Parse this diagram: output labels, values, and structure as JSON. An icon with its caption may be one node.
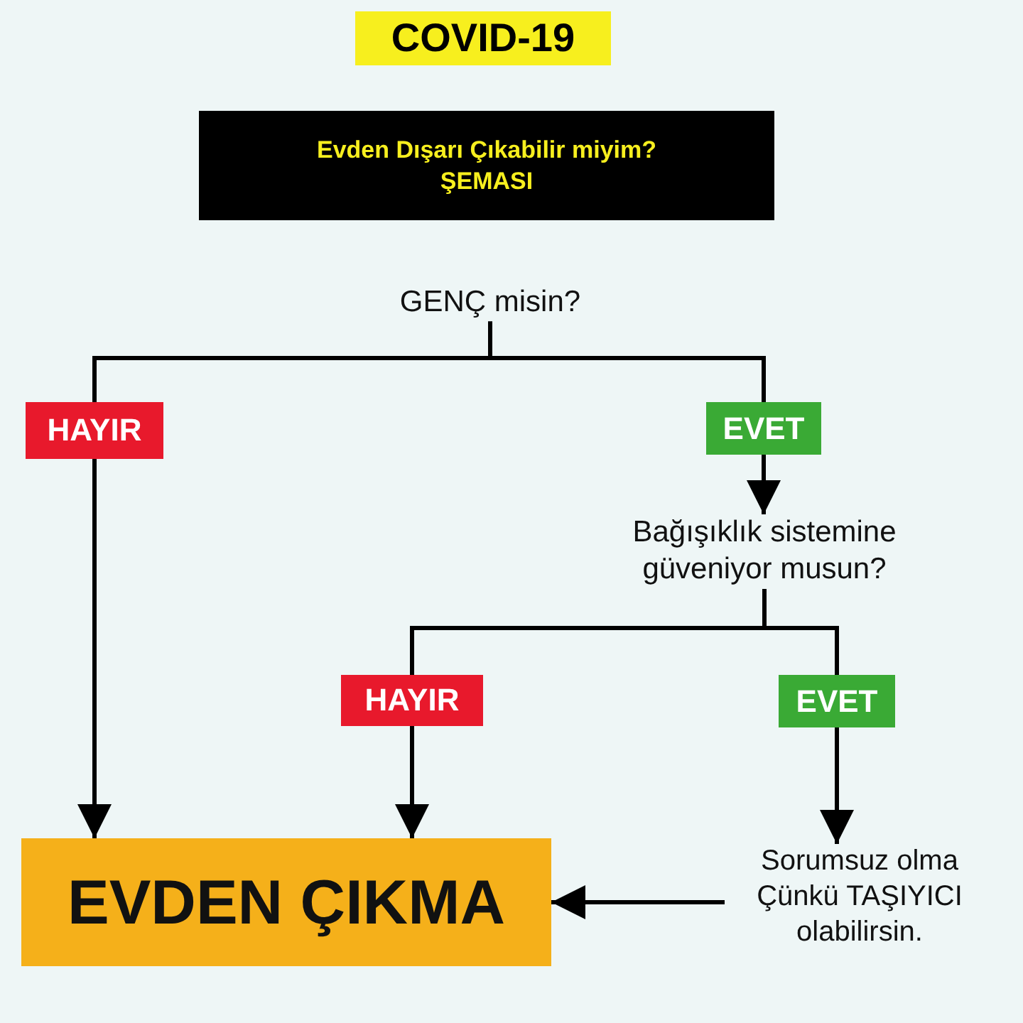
{
  "diagram": {
    "title": "COVID-19",
    "nodes": [
      {
        "text": [
          "Evden Dışarı Çıkabilir miyim?",
          "ŞEMASI"
        ]
      },
      {
        "text": [
          "GENÇ misin?"
        ]
      },
      {
        "text": [
          "HAYIR"
        ]
      },
      {
        "text": [
          "EVET"
        ]
      },
      {
        "text": [
          "Bağışıklık sistemine güveniyor musun?"
        ]
      },
      {
        "text": [
          "HAYIR"
        ]
      },
      {
        "text": [
          "EVET"
        ]
      },
      {
        "text": [
          "EVDEN ÇIKMA"
        ]
      },
      {
        "text": [
          "Sorumsuz olma Çünkü TAŞIYICI olabilirsin."
        ]
      }
    ],
    "edges": [
      {
        "from": 1,
        "to": 2,
        "arrow": "none"
      },
      {
        "from": 1,
        "to": 3,
        "arrow": "none"
      },
      {
        "from": 2,
        "to": 7,
        "arrow": "to"
      },
      {
        "from": 3,
        "to": 4,
        "arrow": "to"
      },
      {
        "from": 4,
        "to": 5,
        "arrow": "none"
      },
      {
        "from": 4,
        "to": 6,
        "arrow": "none"
      },
      {
        "from": 5,
        "to": 7,
        "arrow": "to"
      },
      {
        "from": 6,
        "to": 8,
        "arrow": "to"
      },
      {
        "from": 8,
        "to": 7,
        "arrow": "to"
      }
    ]
  }
}
